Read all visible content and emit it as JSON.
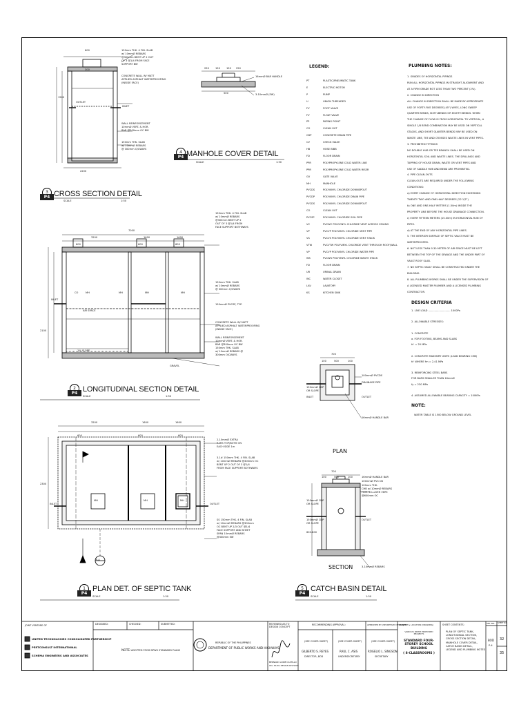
{
  "titles": {
    "cross_section": "CROSS SECTION DETAIL",
    "manhole": "MANHOLE COVER DETAIL",
    "longitudinal": "LONGITUDINAL SECTION DETAIL",
    "plan_septic": "PLAN DET. OF SEPTIC TANK",
    "catch_basin": "CATCH BASIN DETAIL",
    "plan": "PLAN",
    "section": "SECTION"
  },
  "badges": {
    "cross": "3",
    "manhole": "4",
    "long": "2",
    "plan": "1",
    "catch": "5",
    "sheet_ref": "P4"
  },
  "scale_label": "SCALE",
  "scale_value": "1:50",
  "legend": {
    "heading": "LEGEND:",
    "items": [
      {
        "sym": "PT",
        "text": "PLASTIC/PNEUMATIC TANK"
      },
      {
        "sym": "E",
        "text": "ELECTRIC MOTOR"
      },
      {
        "sym": "P",
        "text": "PUMP"
      },
      {
        "sym": "U",
        "text": "UNION THREADED"
      },
      {
        "sym": "FV",
        "text": "FOOT VALVE"
      },
      {
        "sym": "FV",
        "text": "FLOAT VALVE"
      },
      {
        "sym": "PP",
        "text": "PAPING POINT"
      },
      {
        "sym": "CO",
        "text": "CLEAN OUT"
      },
      {
        "sym": "CDP",
        "text": "CONCRETE DRAIN PIPE"
      },
      {
        "sym": "CV",
        "text": "CHECK VALVE"
      },
      {
        "sym": "HB",
        "text": "HOSE BIBB"
      },
      {
        "sym": "FD",
        "text": "FLOOR DRAIN"
      },
      {
        "sym": "PPR",
        "text": "POLYPROPYLENE COLD WATER LINE"
      },
      {
        "sym": "PPR",
        "text": "POLYPROPYLENE COLD WATER RISER"
      },
      {
        "sym": "GV",
        "text": "GATE VALVE"
      },
      {
        "sym": "MH",
        "text": "MANHOLE"
      },
      {
        "sym": "PVCDS",
        "text": "POLYVINYL CHLORIDE DOWNSPOUT"
      },
      {
        "sym": "PVCDP",
        "text": "POLYVINYL CHLORIDE DRAIN PIPE"
      },
      {
        "sym": "PVCDS",
        "text": "POLYVINYL CHLORIDE DOWNSPOUT"
      },
      {
        "sym": "CO",
        "text": "CLEAN OUT"
      },
      {
        "sym": "PVCSP",
        "text": "POLYVINYL CHLORIDE SOIL PIPE"
      },
      {
        "sym": "VC",
        "text": "PVCWC POLYVINYL CHLORIDE VENT ACROSS CEILING"
      },
      {
        "sym": "VP",
        "text": "PVCVP POLYVINYL CHLORIDE VENT PIPE"
      },
      {
        "sym": "VS",
        "text": "PVCVS POLYVINYL CHLORIDE VENT STACK"
      },
      {
        "sym": "VTW",
        "text": "PVCVTW POLYVINYL CHLORIDE VENT THROUGH ROOF/WALL"
      },
      {
        "sym": "VP",
        "text": "PVCVP POLYVINYL CHLORIDE WATER PIPE"
      },
      {
        "sym": "WS",
        "text": "PVCWS POLYVINYL CHLORIDE WASTE STACK"
      },
      {
        "sym": "FD",
        "text": "FLOOR DRAIN"
      },
      {
        "sym": "UR",
        "text": "URINAL DRAIN"
      },
      {
        "sym": "WC",
        "text": "WATER CLOSET"
      },
      {
        "sym": "LAV",
        "text": "LAVATORY"
      },
      {
        "sym": "KS",
        "text": "KITCHEN SINK"
      }
    ]
  },
  "plumbing": {
    "heading": "PLUMBING NOTES:",
    "lines": [
      "1.  GRADES OF HORIZONTAL PIPINGS",
      "     RUN ALL HORIZONTAL PIPINGS IN STRAIGHT ALIGNMENT AND",
      "     AT A FIRM GRADE NOT LESS THAN TWO PERCENT (2%).",
      "2.  CHANGE IN DIRECTION",
      "     ALL CHANGE IN DIRECTION SHALL BE MADE BY APPROPRIATE",
      "     USE OF FORTY-FIVE DEGREES (45°) WYES, LONG SWEEP",
      "     QUARTER BENDS, SIXTH-BENDS OR EIGHTH BENDS. WHEN",
      "     THE CHANGE OF FLOW IS FROM HORIZONTAL TO VERTICAL, A",
      "     SINGLE 1/8 BEND COMBINATION MAY BE USED ON VERTICAL",
      "     STACKS, AND SHORT QUARTER BENDS MAY BE USED ON",
      "     WASTE LINE, TEE AND CROSSES WASTE LINES IN VENT PIPES.",
      "3.  PROHIBITED FITTINGS",
      "     NO DOUBLE HUB OR TEE BRANCH SHALL BE USED ON",
      "     HORIZONTAL SOIL AND WASTE LINES. THE DRILLINGS AND",
      "     TAPPING OF HOUSE DRAIN, WASTE OR VENT PIPES AND",
      "     USE OF SADDLE HUB AND BEND ARE PROHIBITED.",
      "4.  PIPE CLEAN-OUTS",
      "     CLEAN-OUTS ARE REQUIRED UNDER THE FOLLOWING",
      "     CONDITIONS:",
      "     a) EVERY CHANGE OF HORIZONTAL DIRECTION EXCEEDING",
      "     TWENTY TWO AND ONE-HALF DEGREES (22 1/2°)",
      "     b) ONE AND ONE-HALF METERS (1.50m) INSIDE THE",
      "     PROPERTY LINE BEFORE THE HOUSE DRAINAGE CONNECTION.",
      "     c) EVERY FIFTEEN METERS (15.00m) IN HORIZONTAL RUN OF",
      "     PIPES.",
      "     d) AT THE END OF ANY HORIZONTAL PIPE LINES.",
      "5.  THE INTERIOR SURFACE OF SEPTIC VAULT MUST BE",
      "     WATERPROOFED.",
      "6.  NOT LESS THAN 0.30 METER OF AIR SPACE MUST BE LEFT",
      "     BETWEEN THE TOP OF THE SEWAGE AND THE UNDER PART OF",
      "     VAULT ROOF SLAB.",
      "7.  NO SEPTIC VAULT SHALL BE CONSTRUCTED UNDER THE",
      "     BUILDING.",
      "8.  ALL PLUMBING WORKS SHALL BE UNDER THE SUPERVISION OF",
      "     A LICENSED MASTER PLUMBER AND A LICENSED PLUMBING",
      "     CONTRACTOR."
    ]
  },
  "design": {
    "heading": "DESIGN CRITERIA",
    "lines": [
      "1. LIVE LOAD ............................ 1000Pa",
      "",
      "2. ALLOWABLE STRESSES:",
      "",
      "   1. CONCRETE",
      "      a. FOR FOOTING, BEAMS AND SLABS",
      "         fc' = 20 MPa",
      "",
      "   2. CONCRETE MASONRY UNITS (LOAD BEARING CHB)",
      "      fc' WHERE fm = 2.41 MPa",
      "",
      "   3. REINFORCING STEEL BARS",
      "      FOR BARS SMALLER THAN 16mmØ",
      "      fy = 230 MPa",
      "",
      "   4. ASSUMED ALLOWABLE BEARING CAPACITY = 100KPa"
    ]
  },
  "note": {
    "heading": "NOTE:",
    "text": "WATER TABLE IS 1500 BELOW GROUND LEVEL"
  },
  "labels": {
    "cross": [
      "150mm THK. 4 FIN. SLAB",
      "w/ 10mmØ REBARS",
      "@300mm BENT UP 2 OUT",
      "OF 3 @1/4 FROM FACE",
      "SUPPORT BW",
      "CONCRETE WALL W/ MATT",
      "APPLIED ASPHALT WATERPROOFING",
      "(INSIDE FACE)",
      "WALL REINFORCEMENT",
      "10mmØ VERT. & HOR.",
      "BAR @300mm OC BW",
      "150mm THK. SLAB",
      "w/ 10mmØ REBARS",
      "@ 300mm O/CWAYS",
      "INLET",
      "OUTLET",
      "600",
      "300",
      "1500",
      "2200"
    ],
    "manhole": [
      "16mmØ BAR HANDLE",
      "3-10mmØ (EW)",
      "250",
      "250",
      "150",
      "150",
      "500"
    ],
    "long": [
      "150mm THK. 4 FIN. SLAB",
      "w/ 10mmØ REBARS",
      "@300mm BENT UP 2",
      "OUT OF 3 @1/4 FROM",
      "FACE SUPPORT BOTHWAYS",
      "150mm THK. SLAB",
      "w/ 10mmØ REBARS",
      "@ 300mm O/CWAYS",
      "150mmØ PVCSP, TYP.",
      "CONCRETE WALL W/ MATT",
      "APPLIED ASPHALT WATERPROOFING",
      "(INSIDE FACE)",
      "WALL REINFORCEMENT",
      "10mmØ VERT. & HOR.",
      "BAR @300mm OC BW",
      "150mm THK. SLAB",
      "w/ 10mmØ REBARS @",
      "300mm O/CWAYS",
      "GRAVEL",
      "AIR SPACE",
      "1% SLOPE",
      "7000",
      "3200",
      "1600",
      "1600",
      "600",
      "600",
      "600",
      "CO",
      "MH",
      "MH",
      "MH",
      "MH",
      "2100",
      "INLET"
    ],
    "plan_septic": [
      "2-10mmØ EXTRA",
      "BARS TOP/BOTH ON",
      "EACH SIDE 1m",
      "3-1# 150mm THK. 4 FIN. SLAB",
      "w/ 10mmØ REBARS @300mm OC",
      "BENT UP 2 OUT OF 3 @1/4",
      "FROM FACE SUPPORT BOTHWAYS",
      "SS 150mm THK. 4 FIN. SLAB",
      "w/ 10mmØ REBARS @300mm",
      "OC BENT UP 2/3 OUT @1/4",
      "FACE SUPPORT AND SHEET",
      "SPAN 10mmØ REBARS",
      "@300mm EW",
      "3200",
      "1600",
      "1600",
      "600",
      "600",
      "600",
      "2300",
      "MH",
      "MH",
      "MH",
      "OUTLET",
      "INLET",
      "P-4"
    ],
    "catch_plan": [
      "100mmØ PVCDS",
      "DRAINAGE PIPE",
      "150mmØ CDP",
      "OR SLOPE",
      "INLET",
      "OUTLET",
      "16mmØ HANDLE BAR",
      "700",
      "100",
      "500",
      "100"
    ],
    "catch_section": [
      "16mmØ HANDLE BAR",
      "100mmØ PVC DS",
      "100mm THK.",
      "CHB w/ 10mmØ REBARS",
      "HOR. 60-LAYER VERT.",
      "@600mm OC",
      "150mmØ CDP",
      "OR SLOPE",
      "150mmØ CDP",
      "OR SLOPE",
      "OUTLET",
      "3-10mmØ REBARS",
      "700",
      "100",
      "500",
      "100",
      "600-800"
    ]
  },
  "title_block": {
    "joint_venture": "JOINT VENTURE OF",
    "firms": [
      "UNITED TECHNOLOGIES CONSOLIDATED PARTNERSHIP",
      "PERTCONSULT INTERNATIONAL",
      "SCHEMA ENGINEERS AND ASSOCIATES"
    ],
    "designed": "DESIGNED:",
    "checked": "CHECKED:",
    "submitted": "SUBMITTED:",
    "note_label": "NOTE:",
    "note_text": "ADOPTED FROM DPWH STANDARD PLANS",
    "republic": "REPUBLIC OF THE PHILIPPINES",
    "department": "DEPARTMENT OF PUBLIC WORKS AND HIGHWAYS",
    "reviewed": "REVIEWED AS TO DESIGN CONCEPT",
    "reviewer": "BERNARD LORIE CASTILLO",
    "reviewer_role": "OIC, BLDG DESIGN DIVISION",
    "recommending": "RECOMMENDING APPROVAL:",
    "see_cover": "(SEE COVER SHEET)",
    "name1": "GILBERTO S. REYES",
    "role1": "DIRECTOR, BOD",
    "name2": "RAUL C. ASIS",
    "role2": "UNDERSECRETARY",
    "approved": "APPROVED BY (SECRETARY DESIGNEE):",
    "name3": "ROGELIO L. SINGSON",
    "role3": "SECRETARY",
    "project_label": "PROJECT & LOCATION (DRAWING)",
    "project_sub": "VARIOUS DPWH PROPOSED PROJECTS",
    "project_name": "STANDARD FOUR-STOREY SCHOOL BUILDING",
    "project_class": "( 8-CLASSROOMS )",
    "sheet_contents_label": "SHEET CONTENTS:",
    "sheet_contents": [
      "PLAN OF SEPTIC TANK,",
      "LONGITUDINAL SECTION,",
      "CROSS SECTION DETAIL,",
      "MANHOLE COVER DETAIL,",
      "CATCH BASIN DETAIL,",
      "LEGEND AND PLUMBING NOTES"
    ],
    "set_no_label": "SET NO.",
    "set_no": "BOD",
    "set_sub": "P-4",
    "sheet_no_label": "SHEET NO.",
    "sheet_no": "32",
    "sheet_total": "35"
  }
}
